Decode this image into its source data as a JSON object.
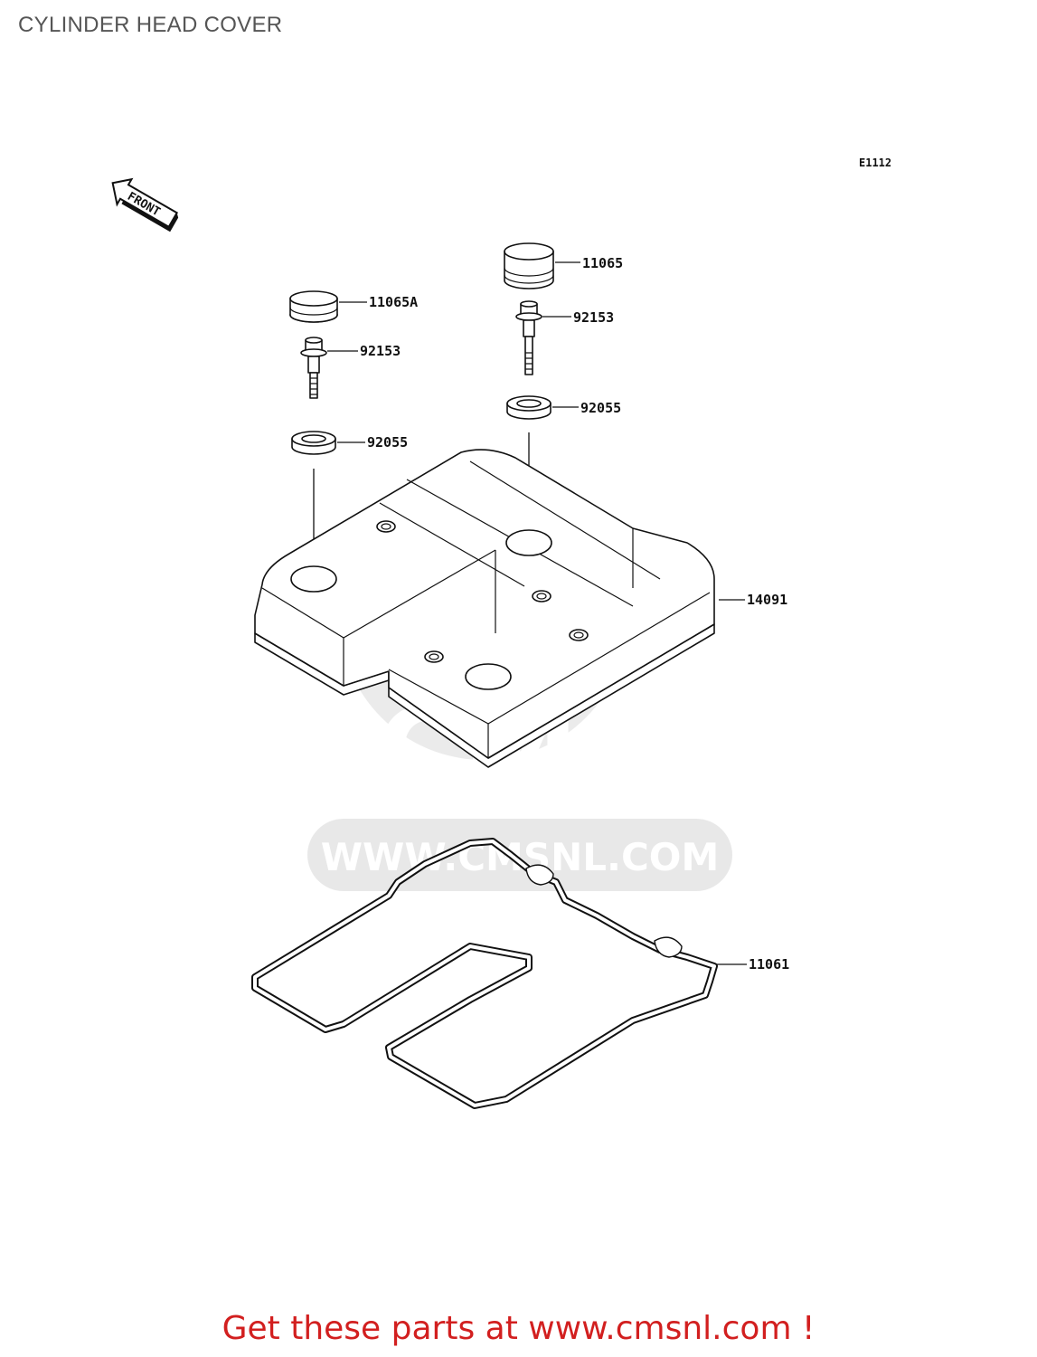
{
  "title": "CYLINDER HEAD COVER",
  "diagram_code": "E1112",
  "front_label": "FRONT",
  "watermark": {
    "brand": "CMS",
    "url": "WWW.CMSNL.COM"
  },
  "parts": [
    {
      "id": "cap-left",
      "number": "11065A"
    },
    {
      "id": "bolt-left",
      "number": "92153"
    },
    {
      "id": "washer-left",
      "number": "92055"
    },
    {
      "id": "cap-right",
      "number": "11065"
    },
    {
      "id": "bolt-right",
      "number": "92153"
    },
    {
      "id": "washer-right",
      "number": "92055"
    },
    {
      "id": "cover",
      "number": "14091"
    },
    {
      "id": "gasket",
      "number": "11061"
    }
  ],
  "footer": {
    "cta": "Get these parts at www.cmsnl.com !",
    "color": "#d21f1f"
  }
}
